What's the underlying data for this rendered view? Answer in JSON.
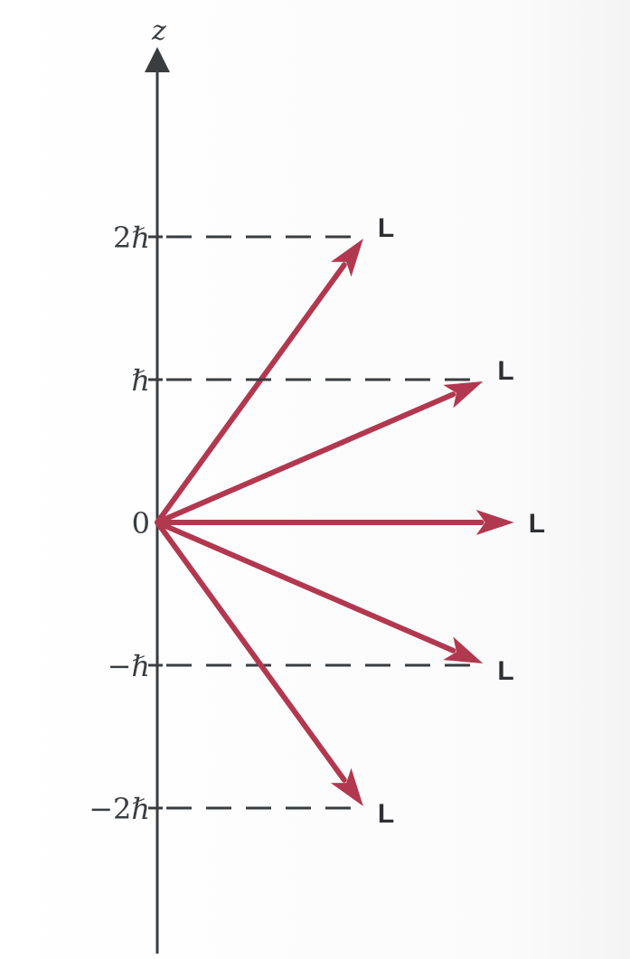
{
  "axis": {
    "label": "z"
  },
  "levels": [
    {
      "label": "2ℏ",
      "m": 2,
      "vector_label": "L"
    },
    {
      "label": "ℏ",
      "m": 1,
      "vector_label": "L"
    },
    {
      "label": "0",
      "m": 0,
      "vector_label": "L"
    },
    {
      "label": "−ℏ",
      "m": -1,
      "vector_label": "L"
    },
    {
      "label": "−2ℏ",
      "m": -2,
      "vector_label": "L"
    }
  ],
  "colors": {
    "vector": "#b2384f",
    "axis": "#3a3d40"
  }
}
